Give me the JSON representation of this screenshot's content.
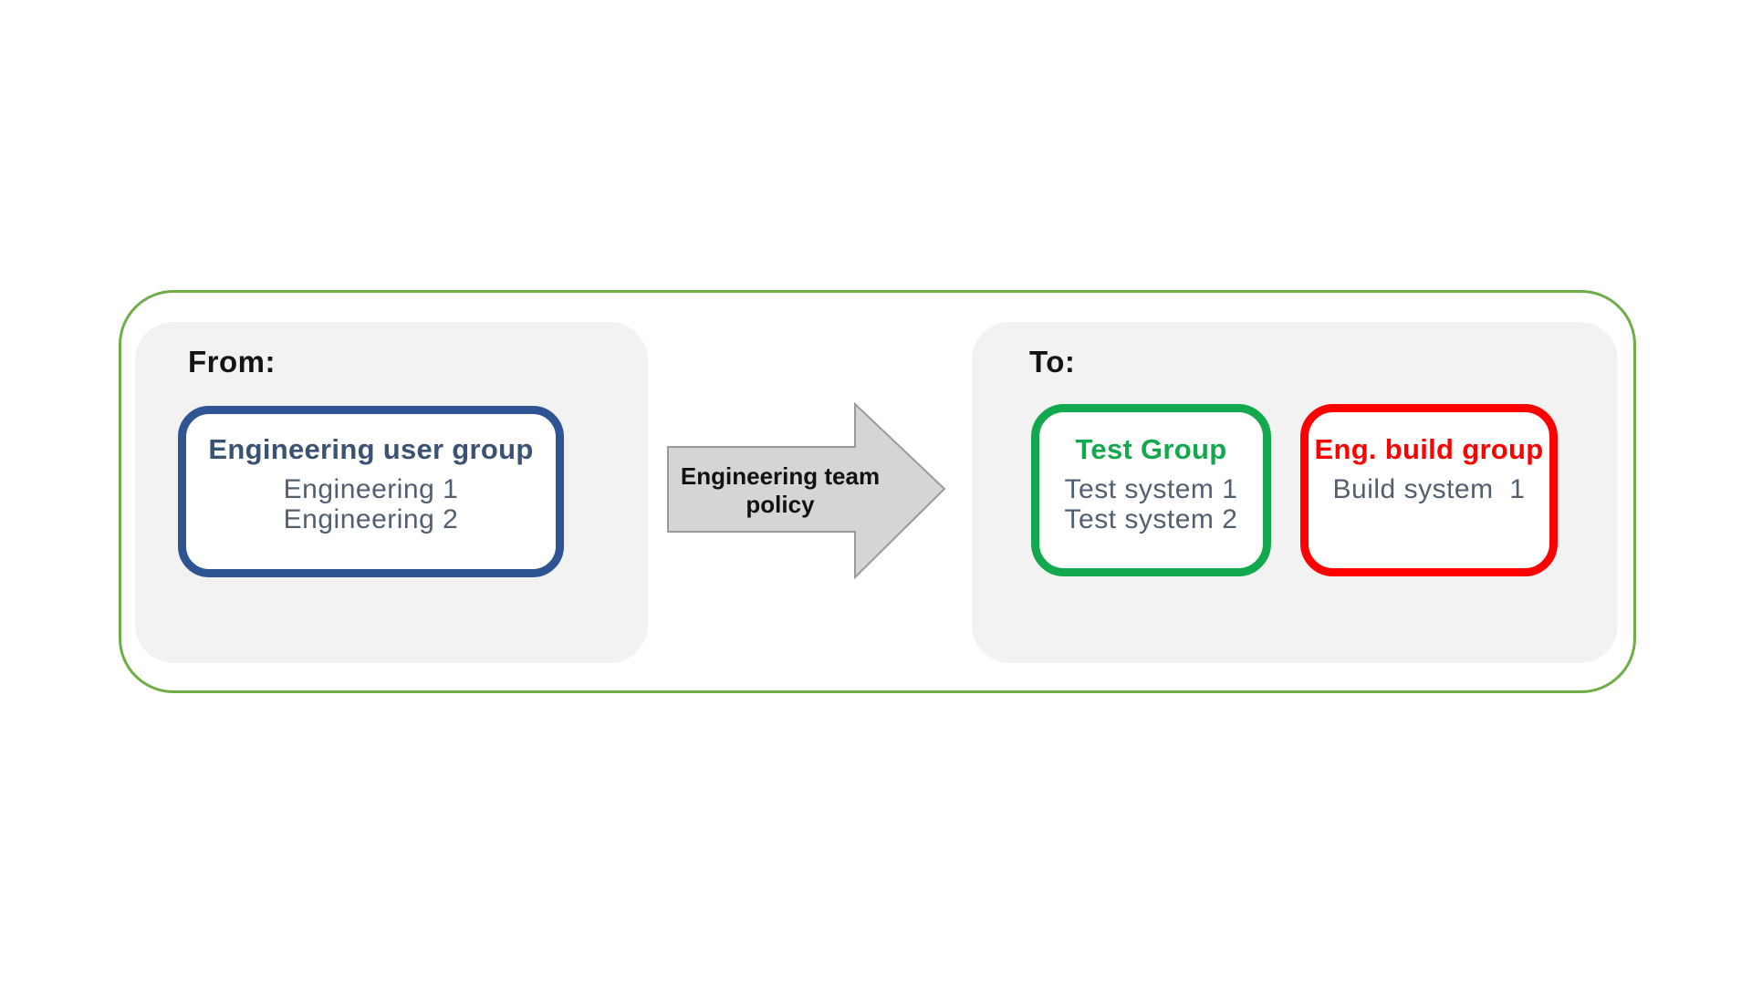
{
  "diagram": {
    "from_section": {
      "label": "From:",
      "user_group_box": {
        "title": "Engineering user group",
        "members": [
          "Engineering 1",
          "Engineering 2"
        ],
        "border_color": "#2e5493",
        "title_color": "#3a5274"
      }
    },
    "policy_arrow": {
      "label_line_1": "Engineering team",
      "label_line_2": "policy",
      "fill_color": "#d5d5d5",
      "stroke_color": "#9a9a9a"
    },
    "to_section": {
      "label": "To:",
      "test_group_box": {
        "title": "Test Group",
        "members": [
          "Test system 1",
          "Test system 2"
        ],
        "border_color": "#12a84e",
        "title_color": "#12a84e"
      },
      "build_group_box": {
        "title": "Eng. build group",
        "members": [
          "Build system  1"
        ],
        "border_color": "#fe0000",
        "title_color": "#fe0000"
      }
    },
    "colors": {
      "outer_boundary_border": "#6fad47",
      "panel_background": "#f2f2f2",
      "member_text": "#515f70",
      "section_label_text": "#141414"
    }
  }
}
